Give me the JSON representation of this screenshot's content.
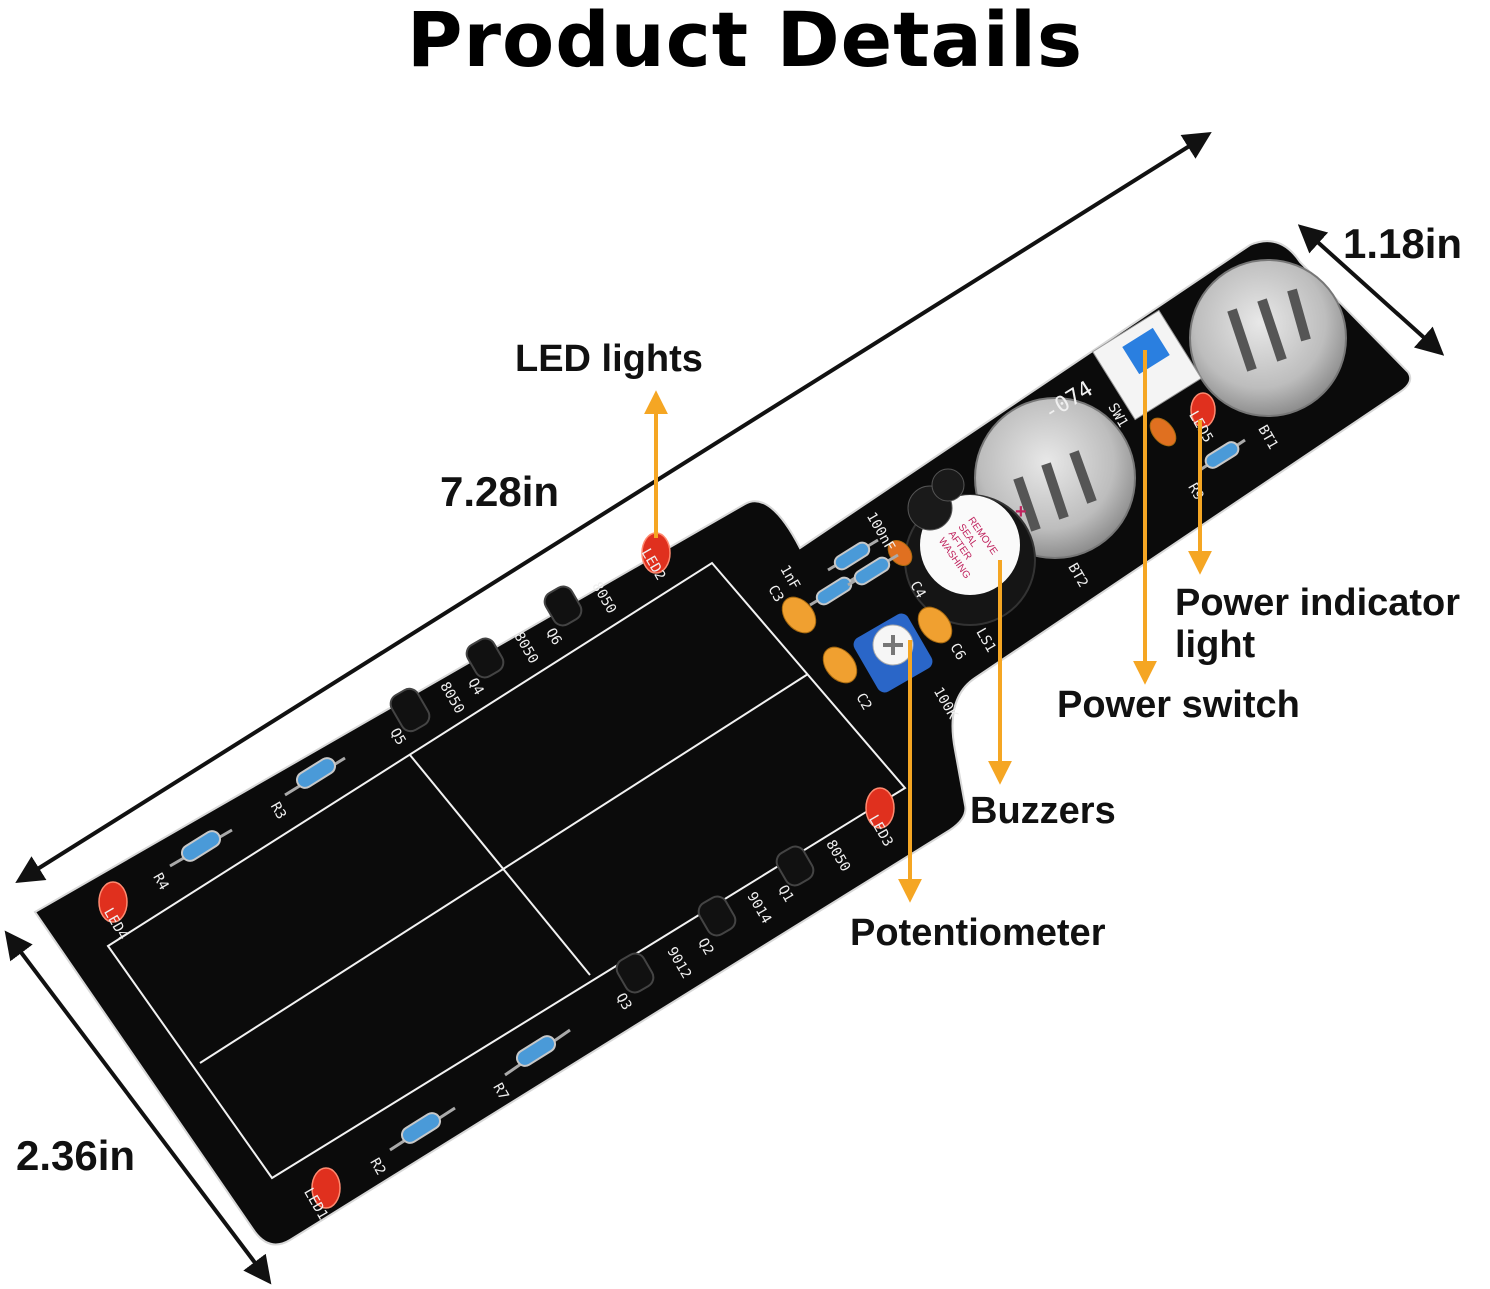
{
  "title": "Product Details",
  "dimensions": {
    "length": "7.28in",
    "width_handle": "1.18in",
    "width_body": "2.36in"
  },
  "callouts": {
    "led": "LED lights",
    "power_indicator_line1": "Power indicator",
    "power_indicator_line2": "light",
    "power_switch": "Power switch",
    "buzzers": "Buzzers",
    "potentiometer": "Potentiometer"
  },
  "buzzer_seal": [
    "REMOVE",
    "SEAL",
    "AFTER",
    "WASHING"
  ],
  "board_text": {
    "model": "-074",
    "led1": "LED1",
    "led2": "LED2",
    "led3": "LED3",
    "led4": "LED4",
    "led5": "LED5",
    "r2": "R2",
    "r3": "R3",
    "r4": "R4",
    "r7": "R7",
    "r9": "R9",
    "q1": "Q1",
    "q2": "Q2",
    "q3": "Q3",
    "q4": "Q4",
    "q5": "Q5",
    "q6": "Q6",
    "t8050": "8050",
    "t9012": "9012",
    "t9014": "9014",
    "bt1": "BT1",
    "bt2": "BT2",
    "ls1": "LS1",
    "sw1": "SW1",
    "c2": "C2",
    "c3": "C3",
    "c4": "C4",
    "c6": "C6",
    "cap1nf": "1nF",
    "cap100nf": "100nF",
    "rp": "100K"
  },
  "colors": {
    "board": "#0b0b0b",
    "silkscreen": "#f2f2f2",
    "arrow_callout": "#f5a623",
    "led_red": "#e0301e",
    "resistor": "#4a9ad8",
    "capacitor": "#f0a030",
    "switch_blue": "#2a7fe0",
    "battery_metal": "#c8c8c8"
  }
}
